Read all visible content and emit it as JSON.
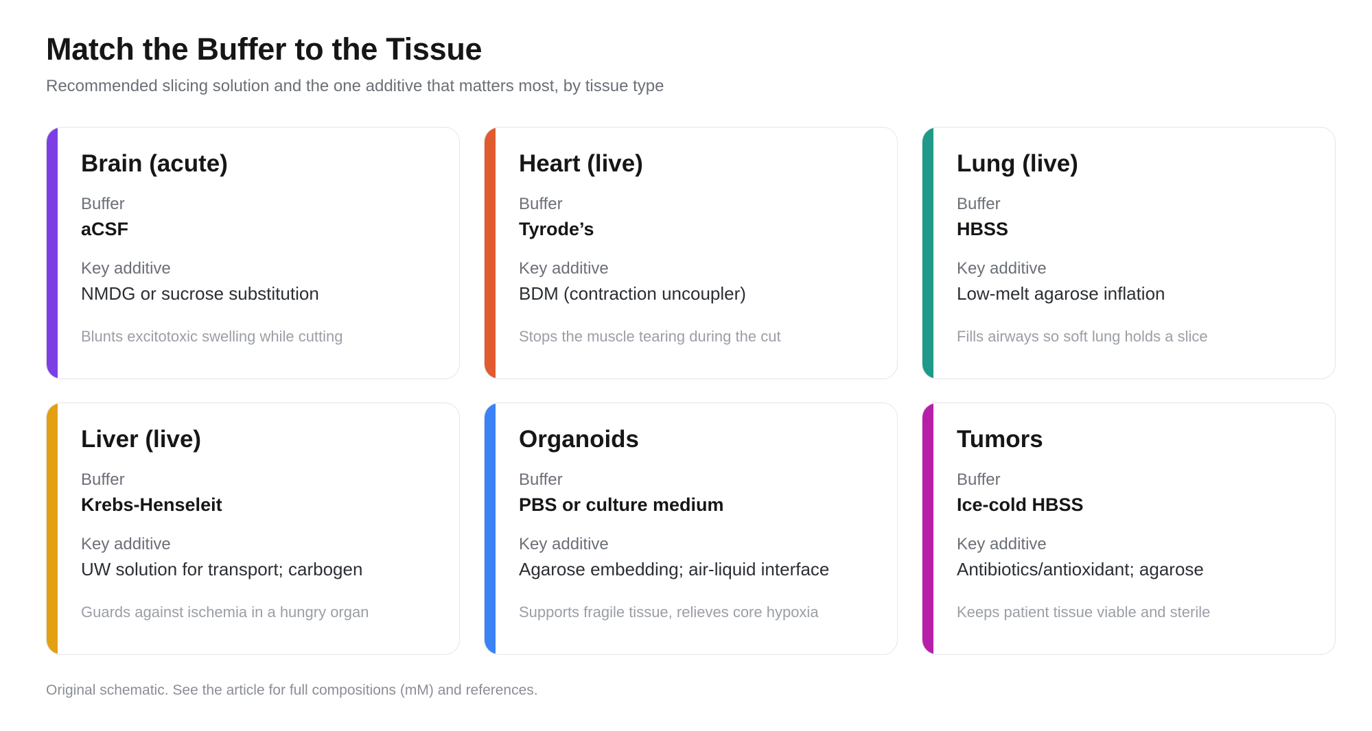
{
  "header": {
    "title": "Match the Buffer to the Tissue",
    "subtitle": "Recommended slicing solution and the one additive that matters most, by tissue type"
  },
  "labels": {
    "buffer": "Buffer",
    "key_additive": "Key additive"
  },
  "cards": [
    {
      "tissue": "Brain (acute)",
      "buffer": "aCSF",
      "additive": "NMDG or sucrose substitution",
      "note": "Blunts excitotoxic swelling while cutting",
      "color": "#7b3fe4"
    },
    {
      "tissue": "Heart (live)",
      "buffer": "Tyrode’s",
      "additive": "BDM (contraction uncoupler)",
      "note": "Stops the muscle tearing during the cut",
      "color": "#e25a2f"
    },
    {
      "tissue": "Lung (live)",
      "buffer": "HBSS",
      "additive": "Low-melt agarose inflation",
      "note": "Fills airways so soft lung holds a slice",
      "color": "#1f9a8a"
    },
    {
      "tissue": "Liver (live)",
      "buffer": "Krebs-Henseleit",
      "additive": "UW solution for transport; carbogen",
      "note": "Guards against ischemia in a hungry organ",
      "color": "#e2a012"
    },
    {
      "tissue": "Organoids",
      "buffer": "PBS or culture medium",
      "additive": "Agarose embedding; air-liquid interface",
      "note": "Supports fragile tissue, relieves core hypoxia",
      "color": "#3b82f6"
    },
    {
      "tissue": "Tumors",
      "buffer": "Ice-cold HBSS",
      "additive": "Antibiotics/antioxidant; agarose",
      "note": "Keeps patient tissue viable and sterile",
      "color": "#b81fa8"
    }
  ],
  "footer": {
    "note": "Original schematic. See the article for full compositions (mM) and references."
  }
}
